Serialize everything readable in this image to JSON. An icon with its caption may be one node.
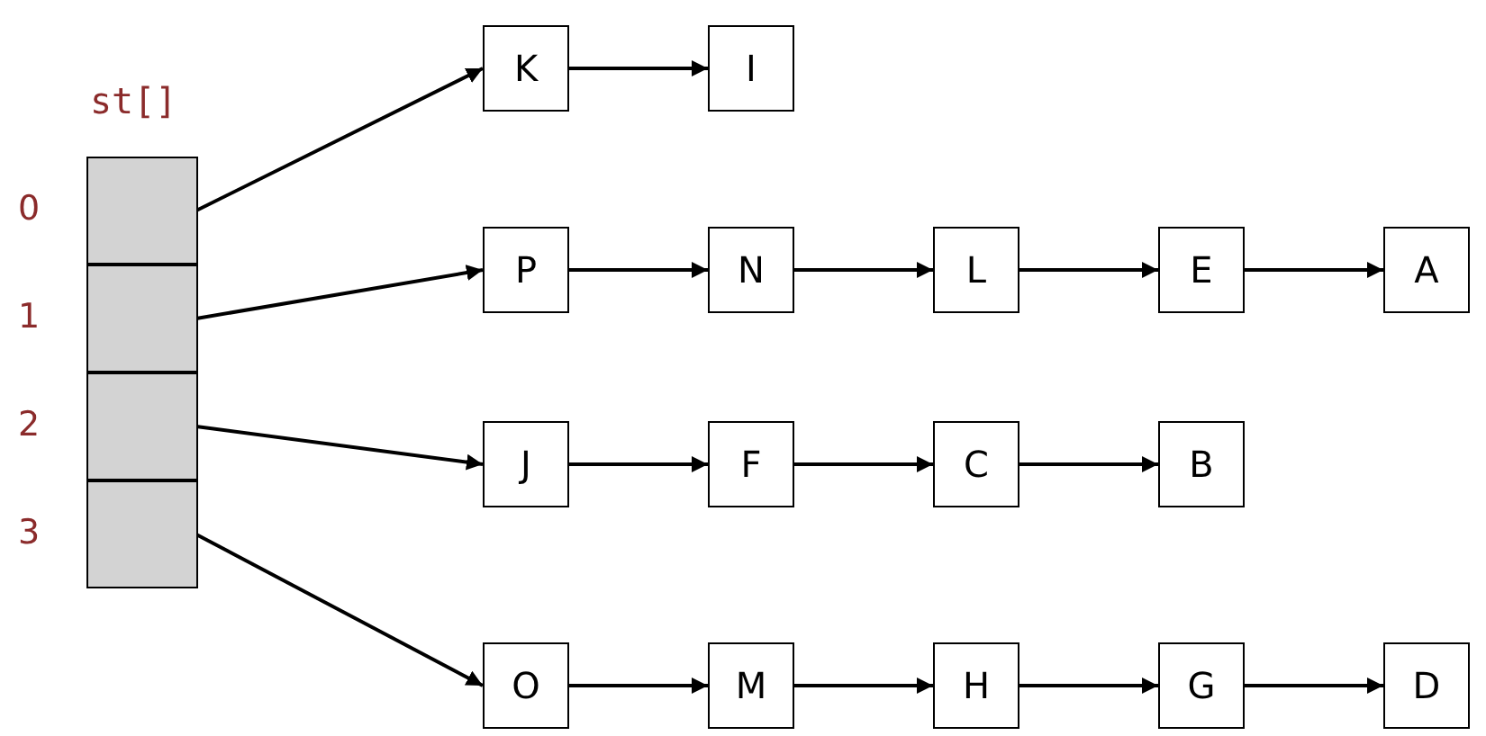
{
  "diagram": {
    "nodes": [
      {
        "text": [],
        "shape": "box",
        "beside": [
          "0"
        ]
      },
      {
        "text": [],
        "shape": "box",
        "beside": [
          "1"
        ]
      },
      {
        "text": [],
        "shape": "box",
        "beside": [
          "2"
        ]
      },
      {
        "text": [],
        "shape": "box",
        "beside": [
          "3"
        ]
      },
      {
        "text": [
          "K"
        ]
      },
      {
        "text": [
          "I"
        ]
      },
      {
        "text": [
          "P"
        ]
      },
      {
        "text": [
          "N"
        ]
      },
      {
        "text": [
          "L"
        ]
      },
      {
        "text": [
          "E"
        ]
      },
      {
        "text": [
          "A"
        ]
      },
      {
        "text": [
          "J"
        ]
      },
      {
        "text": [
          "F"
        ]
      },
      {
        "text": [
          "C"
        ]
      },
      {
        "text": [
          "B"
        ]
      },
      {
        "text": [
          "O"
        ]
      },
      {
        "text": [
          "M"
        ]
      },
      {
        "text": [
          "H"
        ]
      },
      {
        "text": [
          "G"
        ]
      },
      {
        "text": [
          "D"
        ]
      }
    ],
    "edges": [
      {
        "from": 0,
        "to": 4,
        "arrow": "to"
      },
      {
        "from": 4,
        "to": 5,
        "arrow": "to"
      },
      {
        "from": 1,
        "to": 6,
        "arrow": "to"
      },
      {
        "from": 6,
        "to": 7,
        "arrow": "to"
      },
      {
        "from": 7,
        "to": 8,
        "arrow": "to"
      },
      {
        "from": 8,
        "to": 9,
        "arrow": "to"
      },
      {
        "from": 9,
        "to": 10,
        "arrow": "to"
      },
      {
        "from": 2,
        "to": 11,
        "arrow": "to"
      },
      {
        "from": 11,
        "to": 12,
        "arrow": "to"
      },
      {
        "from": 12,
        "to": 13,
        "arrow": "to"
      },
      {
        "from": 13,
        "to": 14,
        "arrow": "to"
      },
      {
        "from": 3,
        "to": 15,
        "arrow": "to"
      },
      {
        "from": 15,
        "to": 16,
        "arrow": "to"
      },
      {
        "from": 16,
        "to": 17,
        "arrow": "to"
      },
      {
        "from": 17,
        "to": 18,
        "arrow": "to"
      },
      {
        "from": 18,
        "to": 19,
        "arrow": "to"
      }
    ],
    "labels": [
      "st[]"
    ]
  }
}
